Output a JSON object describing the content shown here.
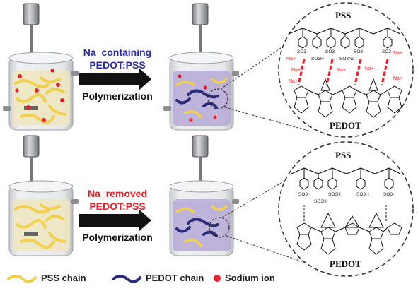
{
  "process_top": {
    "line1": "Na_containing",
    "line2": "PEDOT:PSS",
    "line3": "Polymerization",
    "line1_color": "#2a2aa6",
    "line2_color": "#2a2aa6"
  },
  "process_bottom": {
    "line1": "Na_removed",
    "line2": "PEDOT:PSS",
    "line3": "Polymerization",
    "line1_color": "#e8202a",
    "line2_color": "#e8202a"
  },
  "zoom_top": {
    "title_top": "PSS",
    "title_bottom": "PEDOT",
    "groups": [
      "SO3-",
      "SO3H",
      "SO3-",
      "SO3Na",
      "SO3-",
      "SO3-"
    ],
    "na_labels": [
      "Na+",
      "Na+",
      "Na+",
      "Na+",
      "Na+",
      "Na+",
      "Na+"
    ]
  },
  "zoom_bottom": {
    "title_top": "PSS",
    "title_bottom": "PEDOT",
    "groups": [
      "SO3-",
      "SO3H",
      "SO3H",
      "SO3H",
      "SO3-"
    ]
  },
  "legend": {
    "items": [
      {
        "icon": "pss-chain-icon",
        "label": "PSS chain"
      },
      {
        "icon": "pedot-chain-icon",
        "label": "PEDOT chain"
      },
      {
        "icon": "sodium-ion-icon",
        "label": "Sodium ion"
      }
    ]
  },
  "colors": {
    "pss": "#f2d04e",
    "pedot": "#2b2d7a",
    "sodium": "#e8202a",
    "liquid_top": "#b6a9d6",
    "liquid_yellow": "#efe6c0"
  }
}
